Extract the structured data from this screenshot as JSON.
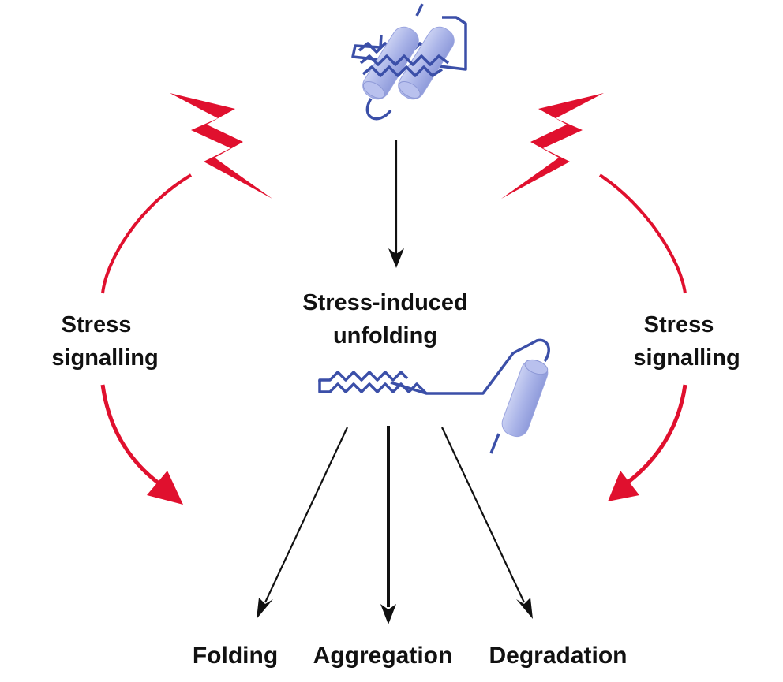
{
  "center": {
    "line1": "Stress-induced",
    "line2": "unfolding"
  },
  "left_signal": {
    "line1": "Stress",
    "line2": "signalling"
  },
  "right_signal": {
    "line1": "Stress",
    "line2": "signalling"
  },
  "outcomes": {
    "folding": "Folding",
    "aggregation": "Aggregation",
    "degradation": "Degradation"
  },
  "colors": {
    "stress": "#e0102e",
    "protein_line": "#3b4fa8",
    "helix_fill": "#a9b3e6",
    "arrow": "#111111"
  }
}
